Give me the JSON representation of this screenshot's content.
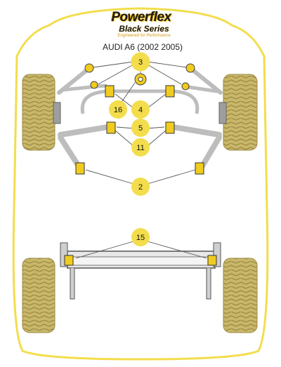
{
  "brand": {
    "name": "Powerflex",
    "series": "Black Series",
    "tagline": "Engineered for Performance",
    "model": "AUDI A6 (2002 2005)"
  },
  "colors": {
    "chassis_outline": "#f3dd4c",
    "bush": "#f0cc1e",
    "tyre": "#c9b86a",
    "tyre_tread": "#a4914a",
    "arm": "#bdbdbd",
    "callout_fill": "#f3dd4c"
  },
  "callouts": [
    {
      "label": "3"
    },
    {
      "label": "16"
    },
    {
      "label": "4"
    },
    {
      "label": "5"
    },
    {
      "label": "11"
    },
    {
      "label": "2"
    },
    {
      "label": "15"
    }
  ]
}
